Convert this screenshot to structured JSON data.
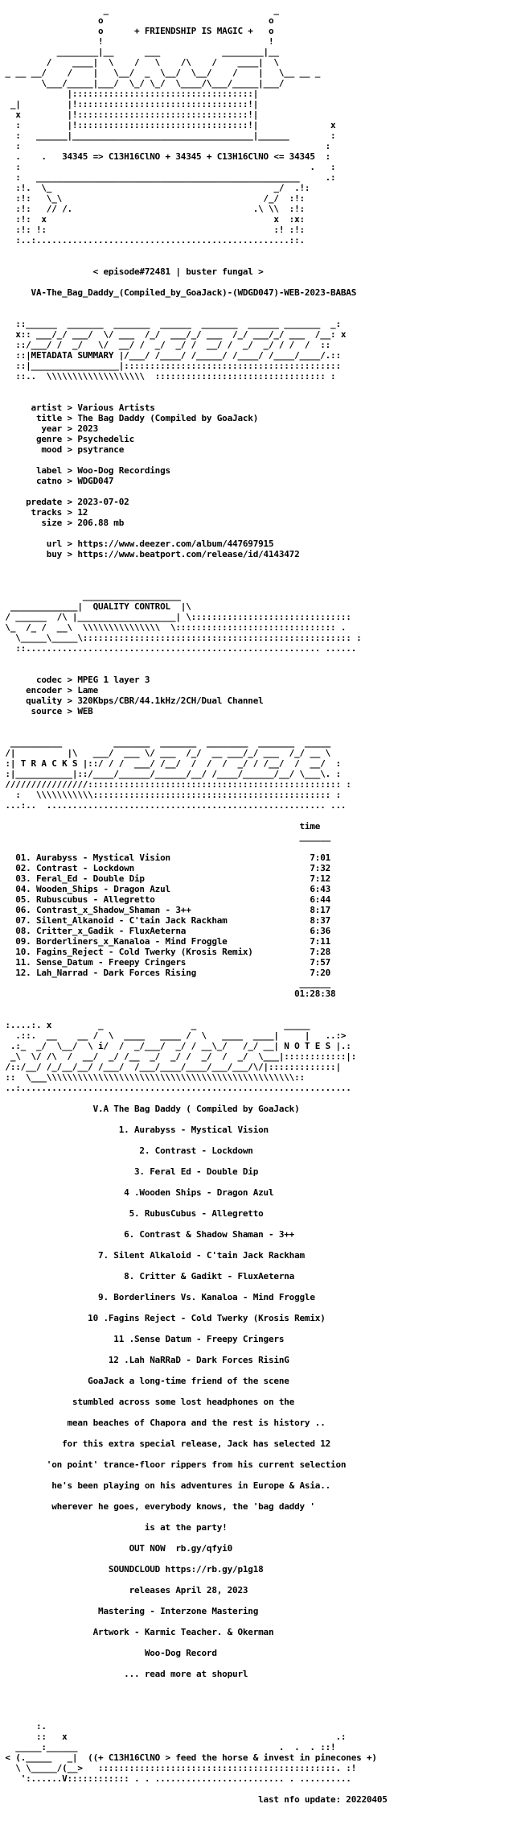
{
  "nfo_lines": [
    "                    _                                _",
    "                   o                                o",
    "                   o      + FRIENDSHIP IS MAGIC +   o",
    "                   !                                !",
    "           ________|__      ___            ________|__",
    "         /    ____|  \\    /   \\    /\\    /    ____|  \\",
    " _ __ __/    /    |   \\__/  _  \\__/  \\__/    /    |   \\__ __ _",
    "        \\___/_____|___/  \\_/ \\_/  \\____/\\___/_____|___/",
    "             |:::::::::::::::::::::::::::::::::::|",
    "  _|         |!:::::::::::::::::::::::::::::::::!|",
    "   x         |!:::::::::::::::::::::::::::::::::!|",
    "   :         |!:::::::::::::::::::::::::::::::::!|              x",
    "   :   ______|___________________________________|______        :",
    "   :                                                           :",
    "   .    .   34345 => C13H16ClNO + 34345 + C13H16ClNO <= 34345  :",
    "   :                                                        .   :",
    "   :   ___________________________________________________     .:",
    "   :!.  \\_                                           _/  .!:",
    "   :!:   \\_\\                                       /_/  :!:",
    "   :!:   // /.                                   .\\ \\\\  :!:",
    "   :!:  x                                            x  :x:",
    "   :!: !:                                            :! :!:",
    "   :..:.................................................::.",
    "",
    "",
    "                  < episode#72481 | buster fungal >",
    "",
    "      VA-The_Bag_Daddy_(Compiled_by_GoaJack)-(WDGD047)-WEB-2023-BABAS",
    "",
    "",
    "   ::______  _______  _______  ______  _______  ______ _______  _:",
    "   x:: ___/_/ ___/  \\/ ___  /_/  ___/_/ ___  /_/ ___/_/ ___  /__: x",
    "   ::/___/ /  _/   \\/  __/ /  _/  _/ /  __/ /  _/  _/ / /  /  ::",
    "   ::|METADATA SUMMARY |/___/ /____/ /_____/ /____/ /____/____/.::",
    "   ::|_________________|::::::::::::::::::::::::::::::::::::::::::",
    "   ::..  \\\\\\\\\\\\\\\\\\\\\\\\\\\\\\\\\\\\\\  ::::::::::::::::::::::::::::::::: :",
    "",
    "",
    "      artist > Various Artists",
    "       title > The Bag Daddy (Compiled by GoaJack)",
    "        year > 2023",
    "       genre > Psychedelic",
    "        mood > psytrance",
    "",
    "       label > Woo-Dog Recordings",
    "       catno > WDGD047",
    "",
    "     predate > 2023-07-02",
    "      tracks > 12",
    "        size > 206.88 mb",
    "",
    "         url > https://www.deezer.com/album/447697915",
    "         buy > https://www.beatport.com/release/id/4143472",
    "",
    "",
    "",
    "                ___________________",
    "  _____________|  QUALITY CONTROL  |\\",
    " / ______  /\\ |___________________| \\:::::::::::::::::::::::::::::::",
    " \\_  /_ /  __\\  \\\\\\\\\\\\\\\\\\\\\\\\\\\\\\  \\::::::::::::::::::::::::::::::: .",
    "   \\_____\\_____\\:::::::::::::::::::::::::::::::::::::::::::::::::::: :",
    "   ::......................................................... ......",
    "",
    "",
    "       codec > MPEG 1 layer 3",
    "     encoder > Lame",
    "     quality > 320Kbps/CBR/44.1kHz/2CH/Dual Channel",
    "      source > WEB",
    "",
    "",
    "  __________          _______  _______  ________  _______  _____",
    " /|          |\\   ___/  ___ \\/ ___  /_/  __ ___/_/ ___  /_/ __ \\  ",
    " :| T R A C K S |::/ / /  ___/ /__/  /  /  /  _/ / /__/  /  __/  :",
    " :|___________|::/____/______/______/__/ /____/______/__/ \\___\\. :",
    " ////////////////::::::::::::::::::::::::::::::::::::::::::::::::: :",
    "   :   \\\\\\\\\\\\\\\\\\\\\\:::::::::::::::::::::::::::::::::::::::::::::: :",
    " ...:..  ...................................................... ...",
    "",
    "                                                          time",
    "                                                          ______",
    "",
    "   01. Aurabyss - Mystical Vision                           7:01",
    "   02. Contrast - Lockdown                                  7:32",
    "   03. Feral_Ed - Double Dip                                7:12",
    "   04. Wooden_Ships - Dragon Azul                           6:43",
    "   05. Rubuscubus - Allegretto                              6:44",
    "   06. Contrast_x_Shadow_Shaman - 3++                       8:17",
    "   07. Silent_Alkanoid - C'tain Jack Rackham                8:37",
    "   08. Critter_x_Gadik - FluxAeterna                        6:36",
    "   09. Borderliners_x_Kanaloa - Mind Froggle                7:11",
    "   10. Fagins_Reject - Cold Twerky (Krosis Remix)           7:28",
    "   11. Sense_Datum - Freepy Cringers                        7:57",
    "   12. Lah_Narrad - Dark Forces Rising                      7:20",
    "                                                          ______",
    "                                                         01:28:38",
    "",
    "",
    " :....:. x         _                 _                 _____",
    "   .::.  __    __ /  \\  ____   ____ /  \\   ____  ____|     |   ..:>",
    "  .:_  _/  \\__/  \\ i/  /  _/___/  _/ / __\\_/   /_/ __| N O T E S |.:",
    "  _\\  \\/ /\\  /  __/  _/ /__  _/  _/ /  _/  /  _/  \\___|::::::::::::|:",
    " /::/__/ /_/__/__/ /___/  /___/____/____/___/___/\\/|:::::::::::::|",
    " ::  \\___\\\\\\\\\\\\\\\\\\\\\\\\\\\\\\\\\\\\\\\\\\\\\\\\\\\\\\\\\\\\\\\\\\\\\\\\\\\\\\\\\\\\\\\\\\\\\\\\::",
    " ..:................................................................",
    "",
    "                  V.A The Bag Daddy ( Compiled by GoaJack)",
    "",
    "                       1. Aurabyss - Mystical Vision",
    "",
    "                           2. Contrast - Lockdown",
    "",
    "                          3. Feral Ed - Double Dip",
    "",
    "                        4 .Wooden Ships - Dragon Azul",
    "",
    "                         5. RubusCubus - Allegretto",
    "",
    "                        6. Contrast & Shadow Shaman - 3++",
    "",
    "                   7. Silent Alkaloid - C'tain Jack Rackham",
    "",
    "                        8. Critter & Gadikt - FluxAeterna",
    "",
    "                   9. Borderliners Vs. Kanaloa - Mind Froggle",
    "",
    "                 10 .Fagins Reject - Cold Twerky (Krosis Remix)",
    "",
    "                      11 .Sense Datum - Freepy Cringers",
    "",
    "                     12 .Lah NaRRaD - Dark Forces RisinG",
    "",
    "                 GoaJack a long-time friend of the scene",
    "",
    "              stumbled across some lost headphones on the",
    "",
    "             mean beaches of Chapora and the rest is history ..",
    "",
    "            for this extra special release, Jack has selected 12",
    "",
    "         'on point' trance-floor rippers from his current selection",
    "",
    "          he's been playing on his adventures in Europe & Asia..",
    "",
    "          wherever he goes, everybody knows, the 'bag daddy '",
    "",
    "                            is at the party!",
    "",
    "                         OUT NOW  rb.gy/qfyi0",
    "",
    "                     SOUNDCLOUD https://rb.gy/p1g18",
    "",
    "                         releases April 28, 2023",
    "",
    "                   Mastering - Interzone Mastering",
    "",
    "                  Artwork - Karmic Teacher. & Okerman",
    "",
    "                            Woo-Dog Record",
    "",
    "                        ... read more at shopurl",
    "",
    "",
    "",
    "",
    "       :.",
    "       ::   x                                                    .:",
    "   _____:______                                       .  .  . ::!",
    " < (._____   _|  ((+ C13H16ClNO > feed the horse & invest in pinecones +)",
    "   \\ \\_____/(__>   ::::::::::::::::::::::::::::::::::::::::::::::. :!",
    "    ':......V:::::::::::: . . ......................... . ..........",
    "",
    "                                                  last nfo update: 20220405"
  ]
}
